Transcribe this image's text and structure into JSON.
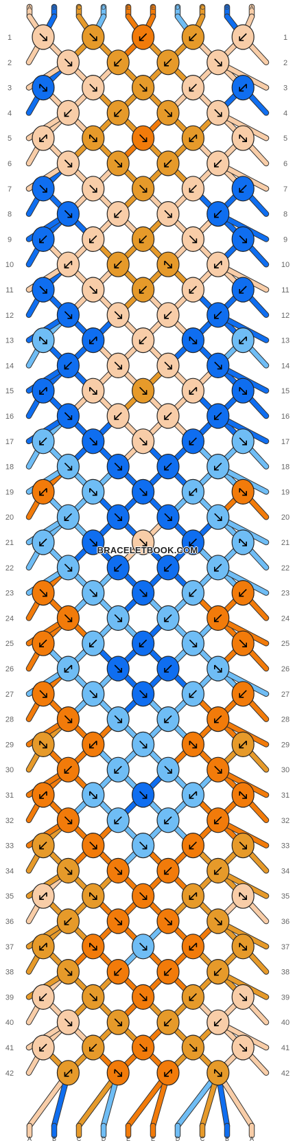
{
  "colors": {
    "A": "#f8cda8",
    "B": "#0f6ef0",
    "C": "#e69a2a",
    "D": "#6fbdf5",
    "E": "#f27b0a"
  },
  "strand_order": [
    "A",
    "B",
    "C",
    "D",
    "E",
    "E",
    "D",
    "C",
    "B",
    "A"
  ],
  "bottom_strand_labels": [
    "A",
    "B",
    "C",
    "D",
    "E",
    "E",
    "D",
    "C",
    "B",
    "A"
  ],
  "watermark": "BRACELETBOOK.COM",
  "rows": [
    {
      "n": "1",
      "knots": [
        [
          "A",
          "f"
        ],
        [
          "C",
          "f"
        ],
        [
          "E",
          "b"
        ],
        [
          "C",
          "b"
        ],
        [
          "A",
          "b"
        ]
      ]
    },
    {
      "n": "2",
      "knots": [
        [
          "A",
          "f"
        ],
        [
          "C",
          "b"
        ],
        [
          "C",
          "b"
        ],
        [
          "A",
          "f"
        ]
      ]
    },
    {
      "n": "3",
      "knots": [
        [
          "B",
          "fb"
        ],
        [
          "A",
          "f"
        ],
        [
          "C",
          "f"
        ],
        [
          "A",
          "b"
        ],
        [
          "B",
          "bf"
        ]
      ]
    },
    {
      "n": "4",
      "knots": [
        [
          "A",
          "b"
        ],
        [
          "C",
          "b"
        ],
        [
          "C",
          "f"
        ],
        [
          "A",
          "f"
        ]
      ]
    },
    {
      "n": "5",
      "knots": [
        [
          "A",
          "bf"
        ],
        [
          "C",
          "fb"
        ],
        [
          "E",
          "f"
        ],
        [
          "C",
          "bf"
        ],
        [
          "A",
          "fb"
        ]
      ]
    },
    {
      "n": "6",
      "knots": [
        [
          "A",
          "f"
        ],
        [
          "C",
          "f"
        ],
        [
          "C",
          "b"
        ],
        [
          "A",
          "b"
        ]
      ]
    },
    {
      "n": "7",
      "knots": [
        [
          "B",
          "f"
        ],
        [
          "A",
          "f"
        ],
        [
          "C",
          "f"
        ],
        [
          "A",
          "b"
        ],
        [
          "B",
          "b"
        ]
      ]
    },
    {
      "n": "8",
      "knots": [
        [
          "B",
          "f"
        ],
        [
          "A",
          "b"
        ],
        [
          "A",
          "f"
        ],
        [
          "B",
          "b"
        ]
      ]
    },
    {
      "n": "9",
      "knots": [
        [
          "B",
          "b"
        ],
        [
          "A",
          "b"
        ],
        [
          "C",
          "b"
        ],
        [
          "A",
          "f"
        ],
        [
          "B",
          "f"
        ]
      ]
    },
    {
      "n": "10",
      "knots": [
        [
          "A",
          "bf"
        ],
        [
          "C",
          "b"
        ],
        [
          "C",
          "fb"
        ],
        [
          "A",
          "bf"
        ]
      ]
    },
    {
      "n": "11",
      "knots": [
        [
          "B",
          "f"
        ],
        [
          "A",
          "f"
        ],
        [
          "C",
          "b"
        ],
        [
          "A",
          "b"
        ],
        [
          "B",
          "b"
        ]
      ]
    },
    {
      "n": "12",
      "knots": [
        [
          "B",
          "f"
        ],
        [
          "A",
          "f"
        ],
        [
          "A",
          "b"
        ],
        [
          "B",
          "b"
        ]
      ]
    },
    {
      "n": "13",
      "knots": [
        [
          "D",
          "fb"
        ],
        [
          "B",
          "bf"
        ],
        [
          "A",
          "b"
        ],
        [
          "B",
          "fb"
        ],
        [
          "D",
          "bf"
        ]
      ]
    },
    {
      "n": "14",
      "knots": [
        [
          "B",
          "b"
        ],
        [
          "A",
          "f"
        ],
        [
          "A",
          "f"
        ],
        [
          "B",
          "f"
        ]
      ]
    },
    {
      "n": "15",
      "knots": [
        [
          "B",
          "bf"
        ],
        [
          "A",
          "fb"
        ],
        [
          "C",
          "f"
        ],
        [
          "A",
          "bf"
        ],
        [
          "B",
          "fb"
        ]
      ]
    },
    {
      "n": "16",
      "knots": [
        [
          "B",
          "f"
        ],
        [
          "A",
          "b"
        ],
        [
          "A",
          "b"
        ],
        [
          "B",
          "b"
        ]
      ]
    },
    {
      "n": "17",
      "knots": [
        [
          "D",
          "b"
        ],
        [
          "B",
          "f"
        ],
        [
          "A",
          "f"
        ],
        [
          "B",
          "b"
        ],
        [
          "D",
          "f"
        ]
      ]
    },
    {
      "n": "18",
      "knots": [
        [
          "D",
          "f"
        ],
        [
          "B",
          "f"
        ],
        [
          "B",
          "b"
        ],
        [
          "D",
          "b"
        ]
      ]
    },
    {
      "n": "19",
      "knots": [
        [
          "E",
          "bf"
        ],
        [
          "D",
          "fb"
        ],
        [
          "B",
          "f"
        ],
        [
          "D",
          "bf"
        ],
        [
          "E",
          "fb"
        ]
      ]
    },
    {
      "n": "20",
      "knots": [
        [
          "D",
          "b"
        ],
        [
          "B",
          "f"
        ],
        [
          "B",
          "f"
        ],
        [
          "D",
          "f"
        ]
      ]
    },
    {
      "n": "21",
      "knots": [
        [
          "D",
          "b"
        ],
        [
          "B",
          "f"
        ],
        [
          "A",
          "f"
        ],
        [
          "B",
          "b"
        ],
        [
          "D",
          "fb"
        ]
      ]
    },
    {
      "n": "22",
      "knots": [
        [
          "D",
          "f"
        ],
        [
          "B",
          "b"
        ],
        [
          "B",
          "b"
        ],
        [
          "D",
          "b"
        ]
      ]
    },
    {
      "n": "23",
      "knots": [
        [
          "E",
          "f"
        ],
        [
          "D",
          "f"
        ],
        [
          "B",
          "f"
        ],
        [
          "D",
          "b"
        ],
        [
          "E",
          "b"
        ]
      ]
    },
    {
      "n": "24",
      "knots": [
        [
          "E",
          "f"
        ],
        [
          "D",
          "f"
        ],
        [
          "D",
          "b"
        ],
        [
          "E",
          "b"
        ]
      ]
    },
    {
      "n": "25",
      "knots": [
        [
          "E",
          "b"
        ],
        [
          "D",
          "b"
        ],
        [
          "B",
          "b"
        ],
        [
          "D",
          "f"
        ],
        [
          "E",
          "f"
        ]
      ]
    },
    {
      "n": "26",
      "knots": [
        [
          "D",
          "bf"
        ],
        [
          "B",
          "f"
        ],
        [
          "B",
          "b"
        ],
        [
          "D",
          "fb"
        ]
      ]
    },
    {
      "n": "27",
      "knots": [
        [
          "E",
          "f"
        ],
        [
          "D",
          "f"
        ],
        [
          "B",
          "f"
        ],
        [
          "D",
          "b"
        ],
        [
          "E",
          "b"
        ]
      ]
    },
    {
      "n": "28",
      "knots": [
        [
          "E",
          "f"
        ],
        [
          "D",
          "f"
        ],
        [
          "D",
          "b"
        ],
        [
          "E",
          "b"
        ]
      ]
    },
    {
      "n": "29",
      "knots": [
        [
          "C",
          "fb"
        ],
        [
          "E",
          "bf"
        ],
        [
          "D",
          "f"
        ],
        [
          "E",
          "fb"
        ],
        [
          "C",
          "bf"
        ]
      ]
    },
    {
      "n": "30",
      "knots": [
        [
          "E",
          "b"
        ],
        [
          "D",
          "b"
        ],
        [
          "D",
          "f"
        ],
        [
          "E",
          "f"
        ]
      ]
    },
    {
      "n": "31",
      "knots": [
        [
          "E",
          "bf"
        ],
        [
          "D",
          "fb"
        ],
        [
          "B",
          "f"
        ],
        [
          "D",
          "bf"
        ],
        [
          "E",
          "fb"
        ]
      ]
    },
    {
      "n": "32",
      "knots": [
        [
          "E",
          "f"
        ],
        [
          "D",
          "b"
        ],
        [
          "D",
          "b"
        ],
        [
          "E",
          "b"
        ]
      ]
    },
    {
      "n": "33",
      "knots": [
        [
          "C",
          "b"
        ],
        [
          "E",
          "f"
        ],
        [
          "D",
          "f"
        ],
        [
          "E",
          "b"
        ],
        [
          "C",
          "f"
        ]
      ]
    },
    {
      "n": "34",
      "knots": [
        [
          "C",
          "f"
        ],
        [
          "E",
          "f"
        ],
        [
          "E",
          "b"
        ],
        [
          "C",
          "b"
        ]
      ]
    },
    {
      "n": "35",
      "knots": [
        [
          "A",
          "bf"
        ],
        [
          "C",
          "fb"
        ],
        [
          "E",
          "f"
        ],
        [
          "C",
          "bf"
        ],
        [
          "A",
          "fb"
        ]
      ]
    },
    {
      "n": "36",
      "knots": [
        [
          "C",
          "b"
        ],
        [
          "E",
          "f"
        ],
        [
          "E",
          "f"
        ],
        [
          "C",
          "f"
        ]
      ]
    },
    {
      "n": "37",
      "knots": [
        [
          "C",
          "bf"
        ],
        [
          "E",
          "fb"
        ],
        [
          "D",
          "f"
        ],
        [
          "E",
          "bf"
        ],
        [
          "C",
          "fb"
        ]
      ]
    },
    {
      "n": "38",
      "knots": [
        [
          "C",
          "f"
        ],
        [
          "E",
          "b"
        ],
        [
          "E",
          "b"
        ],
        [
          "C",
          "b"
        ]
      ]
    },
    {
      "n": "39",
      "knots": [
        [
          "A",
          "b"
        ],
        [
          "C",
          "f"
        ],
        [
          "E",
          "f"
        ],
        [
          "C",
          "b"
        ],
        [
          "A",
          "f"
        ]
      ]
    },
    {
      "n": "40",
      "knots": [
        [
          "A",
          "f"
        ],
        [
          "C",
          "f"
        ],
        [
          "C",
          "b"
        ],
        [
          "A",
          "b"
        ]
      ]
    },
    {
      "n": "41",
      "knots": [
        [
          "A",
          "b"
        ],
        [
          "C",
          "b"
        ],
        [
          "E",
          "f"
        ],
        [
          "C",
          "f"
        ],
        [
          "A",
          "f"
        ]
      ]
    },
    {
      "n": "42",
      "knots": [
        [
          "C",
          "bf"
        ],
        [
          "E",
          "fb"
        ],
        [
          "E",
          "bf"
        ],
        [
          "C",
          "fb"
        ]
      ]
    }
  ]
}
